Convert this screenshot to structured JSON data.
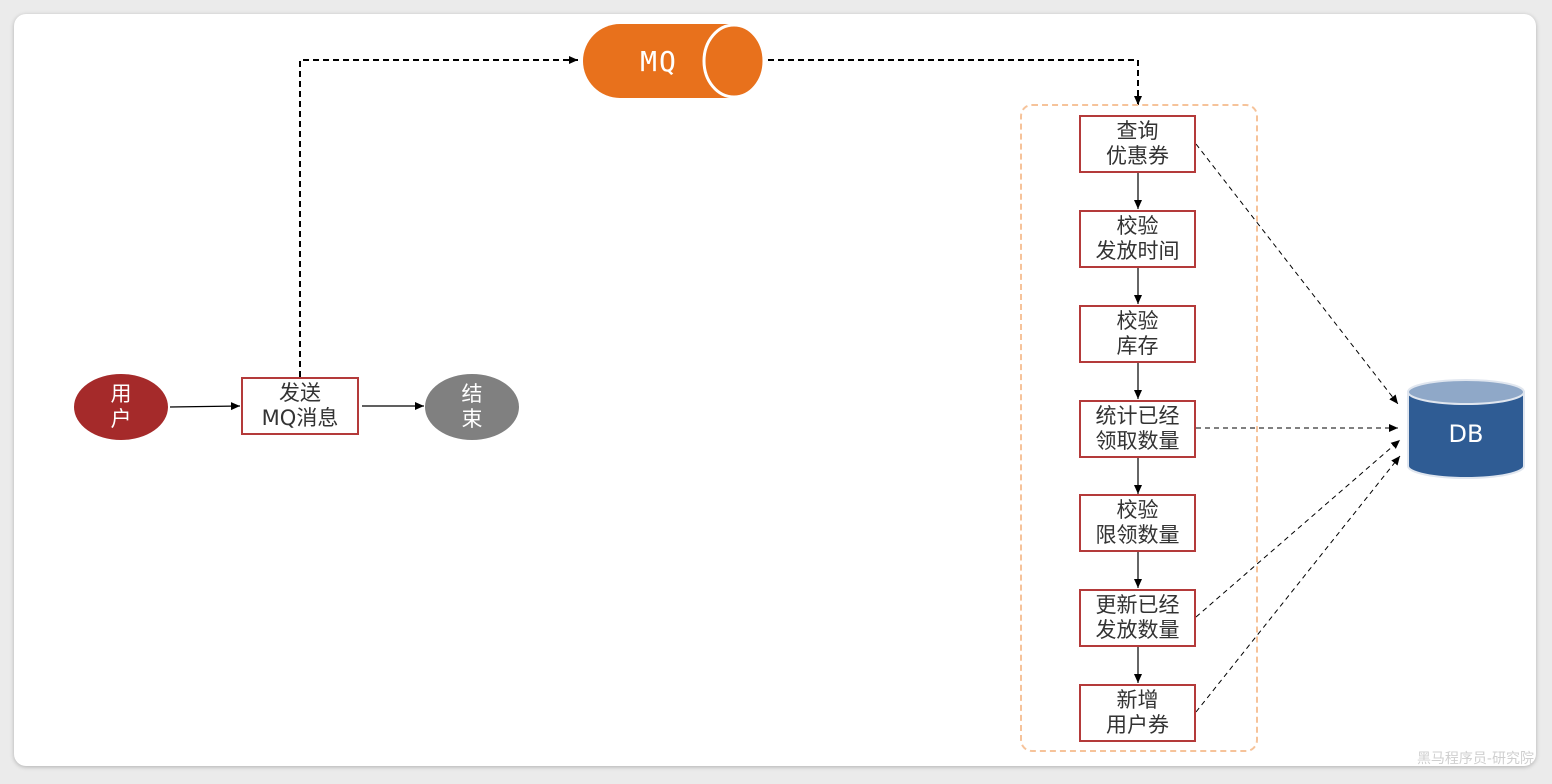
{
  "nodes": {
    "user": "用\n户",
    "send_mq": "发送\nMQ消息",
    "end": "结\n束",
    "mq": "MQ",
    "db": "DB"
  },
  "flow_steps": [
    "查询\n优惠券",
    "校验\n发放时间",
    "校验\n库存",
    "统计已经\n领取数量",
    "校验\n限领数量",
    "更新已经\n发放数量",
    "新增\n用户券"
  ],
  "watermark": "黑马程序员-研究院",
  "colors": {
    "user_fill": "#a52a2a",
    "end_fill": "#808080",
    "mq_fill": "#e8711c",
    "db_fill": "#2f5c94",
    "box_border": "#b43a3a",
    "group_border": "#f6c39a"
  }
}
